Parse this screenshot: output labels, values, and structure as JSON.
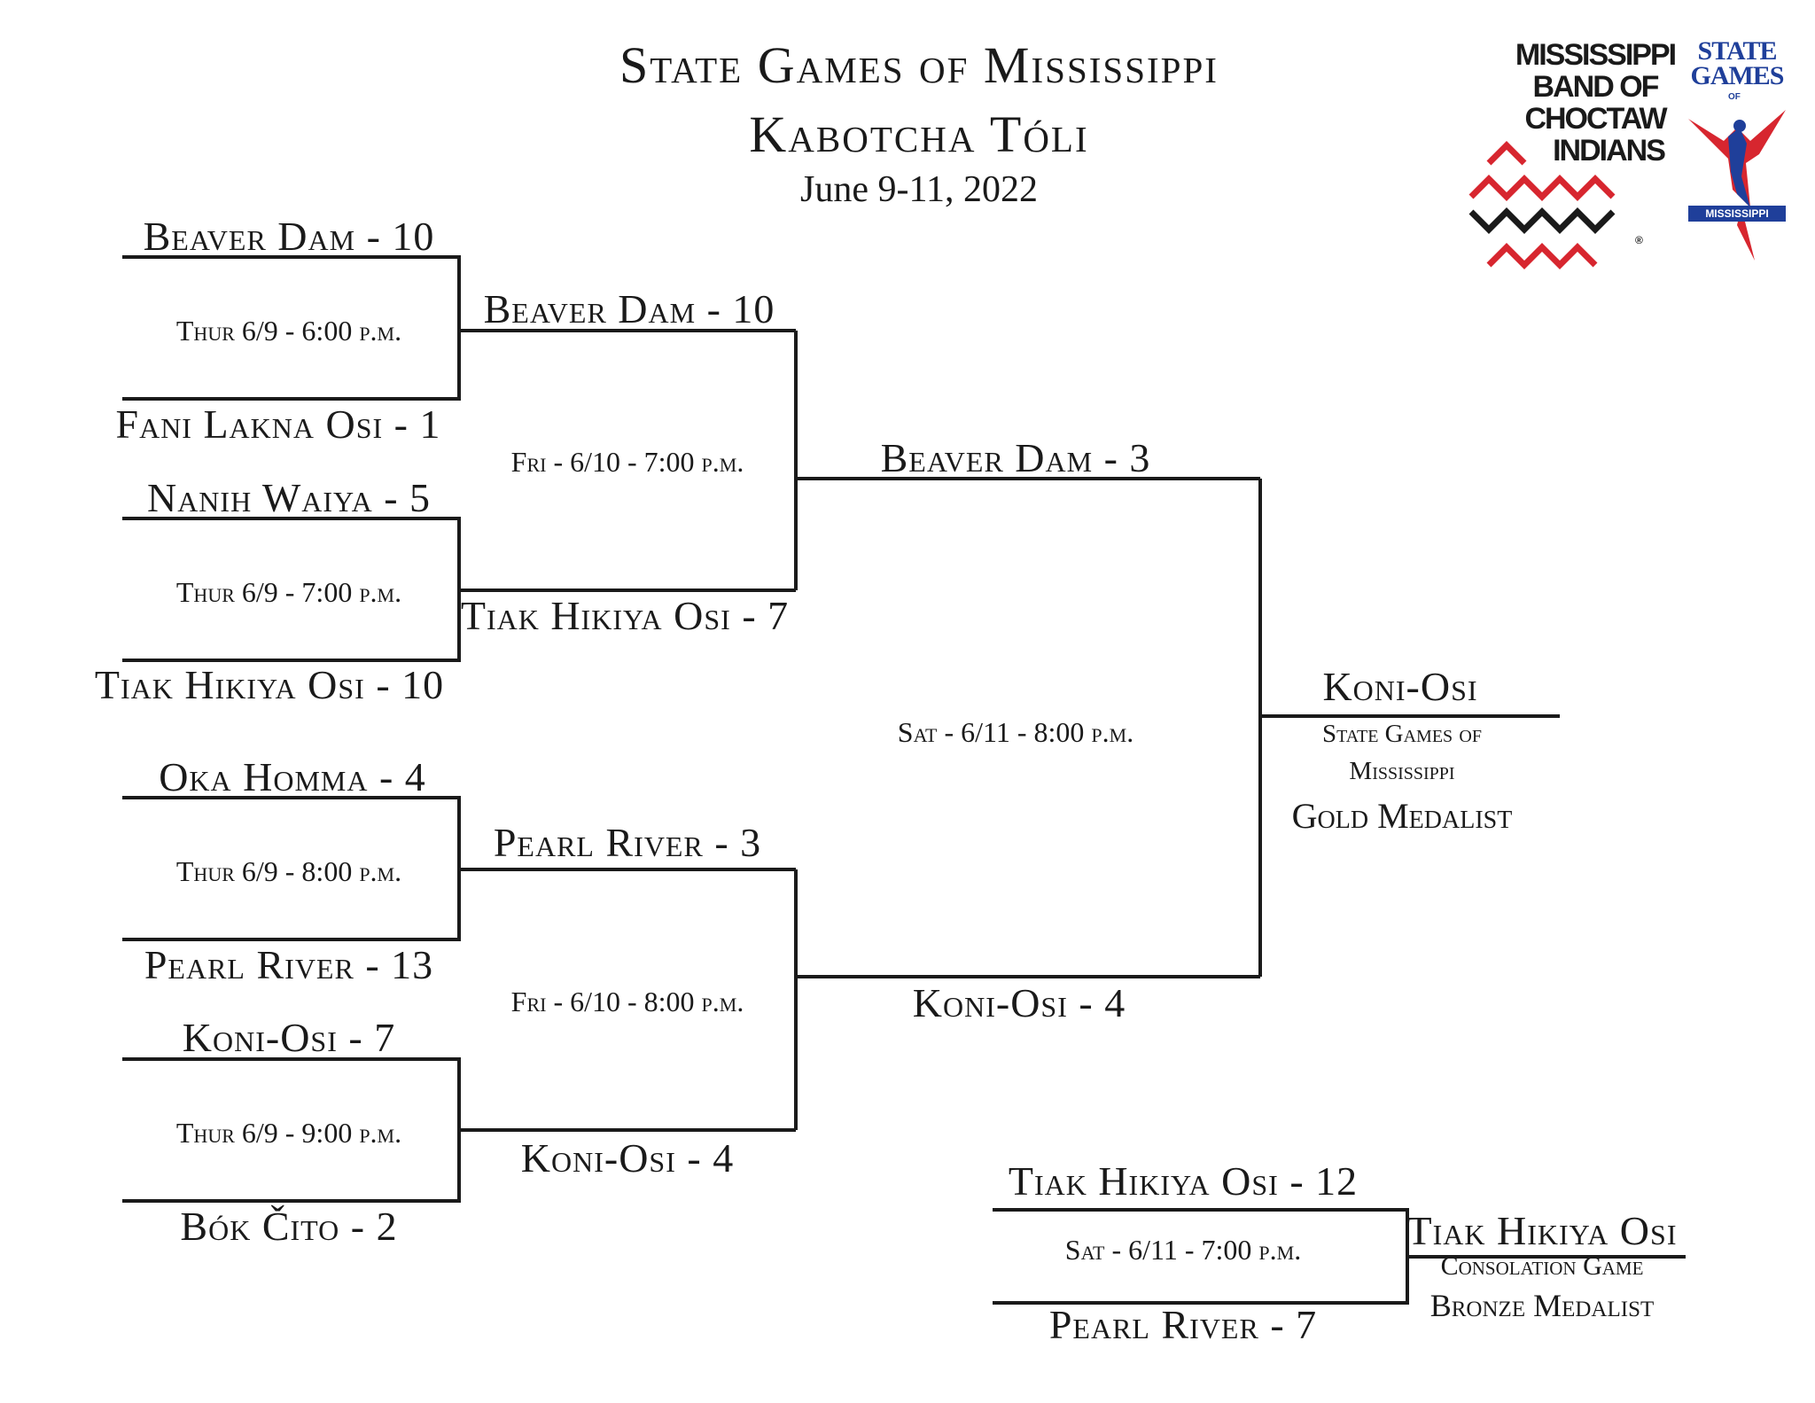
{
  "header": {
    "title_line1": "State Games of Mississippi",
    "title_line2": "Kabotcha Tóli",
    "dates": "June 9-11, 2022"
  },
  "logos": {
    "choctaw": {
      "line1": "MISSISSIPPI",
      "line2": "BAND OF",
      "line3": "CHOCTAW",
      "line4": "INDIANS",
      "registered": "®",
      "colors": {
        "red": "#d7262f",
        "black": "#1a1a1a"
      }
    },
    "state_games": {
      "line1": "STATE",
      "line2": "GAMES",
      "line3": "OF",
      "banner": "MISSISSIPPI",
      "colors": {
        "blue": "#1f3f9a",
        "red": "#d7262f"
      }
    }
  },
  "round1": {
    "game1": {
      "top": "Beaver Dam - 10",
      "bottom": "Fani Lakna Osi - 1",
      "time": "Thur 6/9 - 6:00 p.m."
    },
    "game2": {
      "top": "Nanih Waiya - 5",
      "bottom": "Tiak Hikiya Osi - 10",
      "time": "Thur 6/9 - 7:00 p.m."
    },
    "game3": {
      "top": "Oka Homma - 4",
      "bottom": "Pearl River - 13",
      "time": "Thur 6/9 - 8:00 p.m."
    },
    "game4": {
      "top": "Koni-Osi - 7",
      "bottom": "Bók Čito - 2",
      "time": "Thur 6/9 - 9:00 p.m."
    }
  },
  "round2": {
    "game1": {
      "top": "Beaver Dam - 10",
      "bottom": "Tiak Hikiya Osi - 7",
      "time": "Fri - 6/10 - 7:00 p.m."
    },
    "game2": {
      "top": "Pearl River - 3",
      "bottom": "Koni-Osi - 4",
      "time": "Fri - 6/10 - 8:00 p.m."
    }
  },
  "final": {
    "top": "Beaver Dam - 3",
    "bottom": "Koni-Osi - 4",
    "time": "Sat - 6/11 - 8:00 p.m.",
    "champion": "Koni-Osi",
    "champion_caption1": "State Games of",
    "champion_caption2": "Mississippi",
    "champion_caption3": "Gold Medalist"
  },
  "consolation": {
    "top": "Tiak Hikiya Osi - 12",
    "bottom": "Pearl River - 7",
    "time": "Sat - 6/11 - 7:00 p.m.",
    "winner": "Tiak Hikiya Osi",
    "caption1": "Consolation Game",
    "caption2": "Bronze Medalist"
  }
}
